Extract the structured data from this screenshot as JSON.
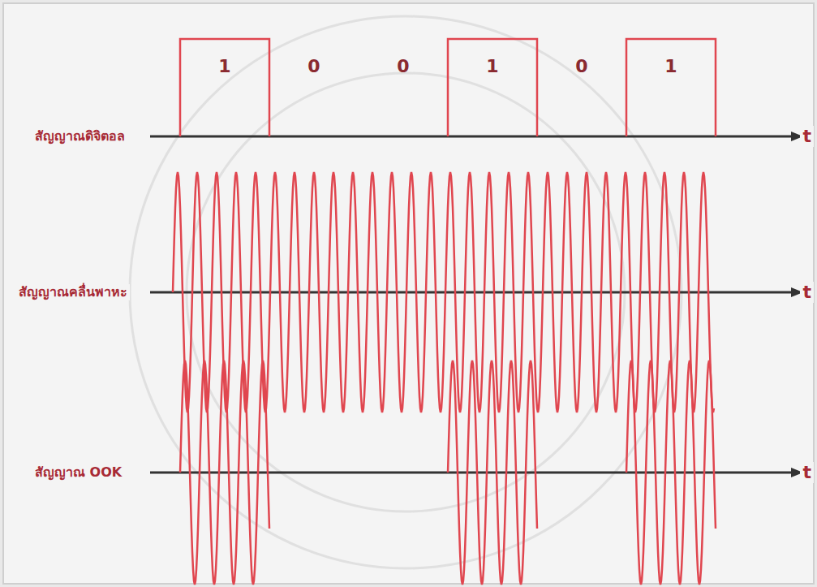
{
  "diagram": {
    "labels": [
      "1",
      "0",
      "0",
      "1",
      "0",
      "1",
      "สัญญาณดิจิตอล",
      "t",
      "สัญญาณคลื่นพาหะ",
      "t",
      "สัญญาณ OOK",
      "t"
    ]
  }
}
